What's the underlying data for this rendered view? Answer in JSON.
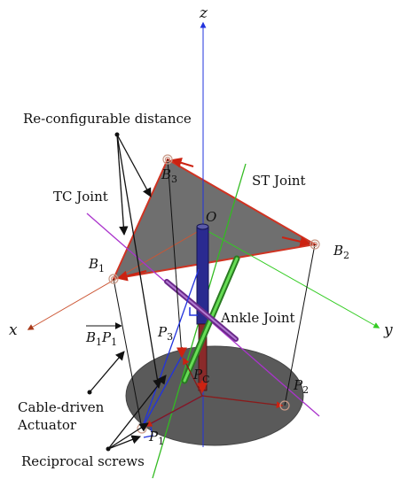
{
  "labels": {
    "reconfig": "Re-configurable distance",
    "st_joint": "ST Joint",
    "tc_joint": "TC Joint",
    "ankle_joint": "Ankle Joint",
    "cable_1": "Cable-driven",
    "cable_2": "Actuator",
    "reciprocal": "Reciprocal screws"
  },
  "axes": {
    "x": "x",
    "y": "y",
    "z": "z"
  },
  "points": {
    "O": "O",
    "B1": {
      "base": "B",
      "sub": "1"
    },
    "B2": {
      "base": "B",
      "sub": "2"
    },
    "B3": {
      "base": "B",
      "sub": "3"
    },
    "P1": {
      "base": "P",
      "sub": "1"
    },
    "P2": {
      "base": "P",
      "sub": "2"
    },
    "P3": {
      "base": "P",
      "sub": "3"
    },
    "PC": {
      "base": "P",
      "sub": "C"
    }
  },
  "vector_label": {
    "b": "B",
    "b_sub": "1",
    "p": "P",
    "p_sub": "1"
  },
  "colors": {
    "z_axis": "#2233dd",
    "x_axis": "#cc5533",
    "y_axis": "#33cc22",
    "tc_axis": "#aa33cc",
    "st_axis": "#33bb22",
    "triangle_fill": "#6f6f6f",
    "triangle_edge": "#d03322",
    "disc_fill": "#5a5a5a",
    "shaft": "#2a2a90",
    "arrow_red": "#cc2211"
  }
}
